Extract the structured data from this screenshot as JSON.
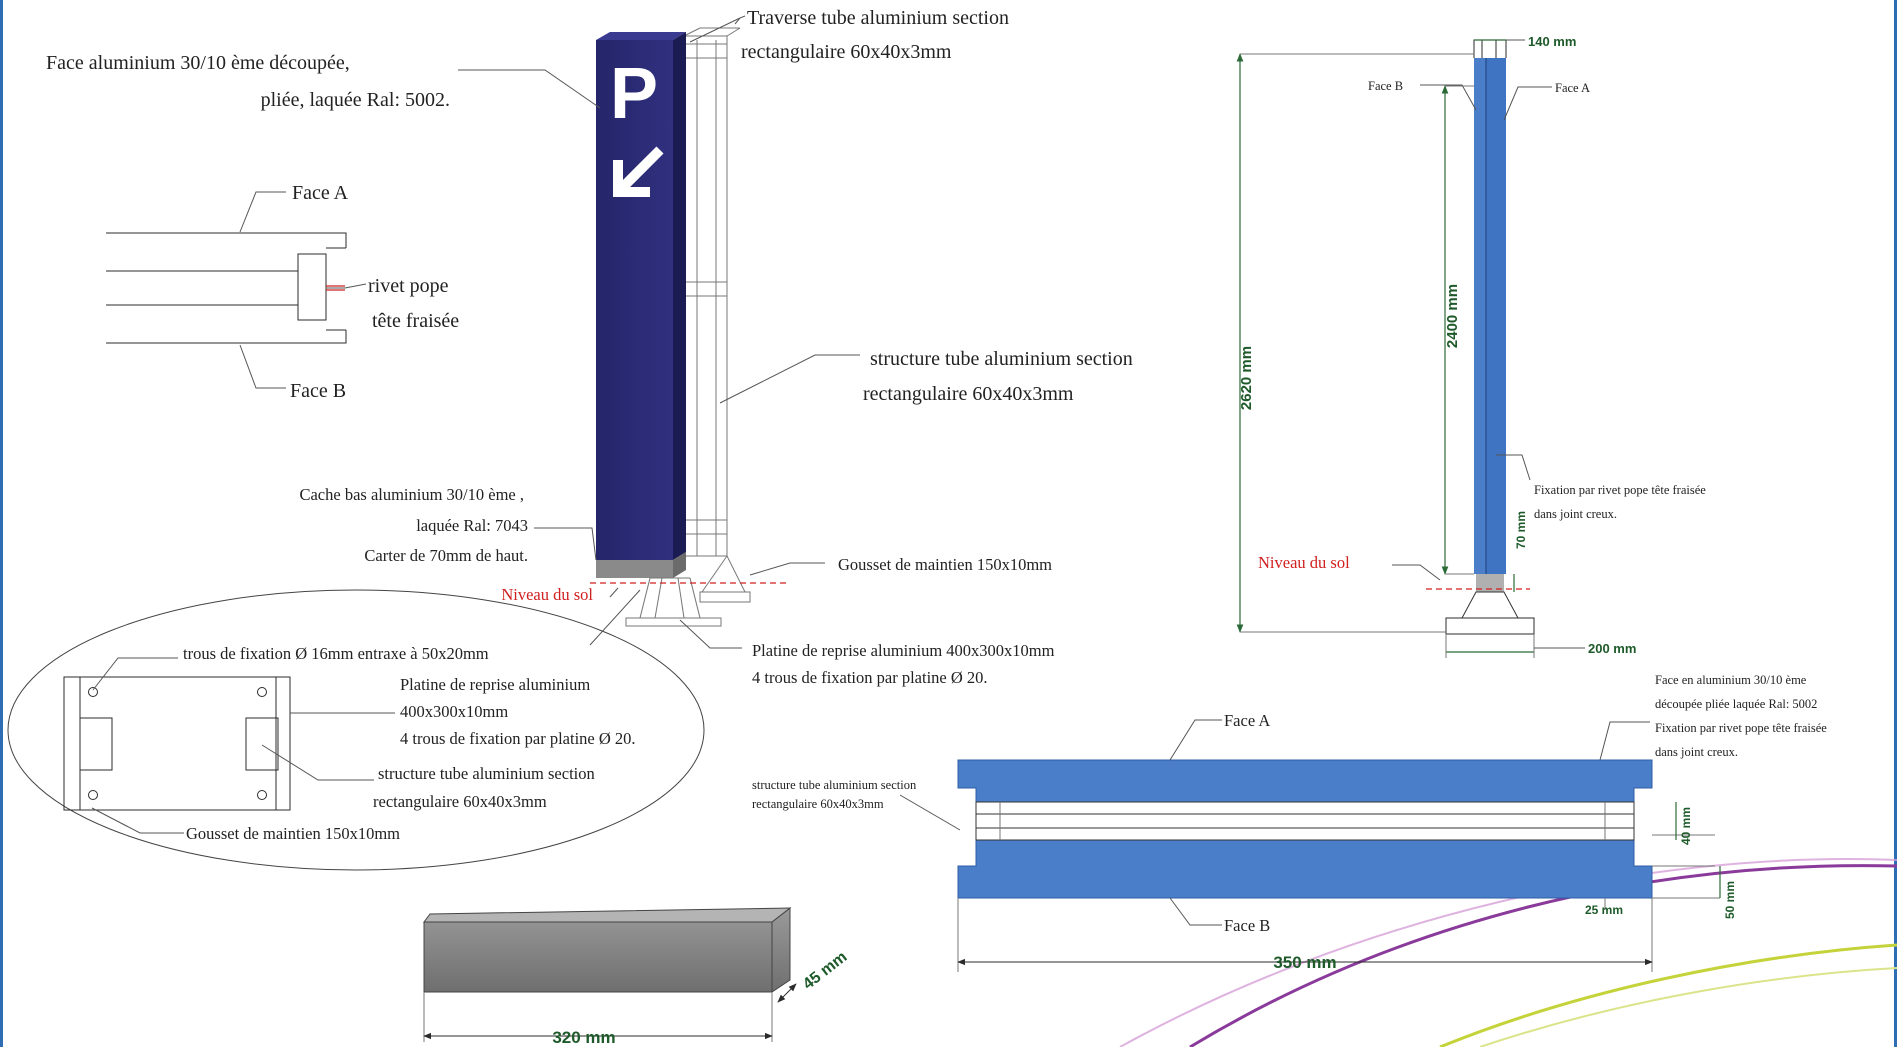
{
  "colors": {
    "panel_blue": "#2a2a6e",
    "face_blue": "#4a7ec8",
    "dimension_green": "#1e5a2a",
    "ground_red": "#d02020",
    "base_grey": "#8a8a8a"
  },
  "icons": {
    "parking_symbol": "P",
    "direction_arrow": "arrow-down-left"
  },
  "elevation": {
    "face_label_1": "Face aluminium 30/10 ème découpée,",
    "face_label_2": "pliée, laquée Ral: 5002.",
    "traverse_label_1": "Traverse tube aluminium section",
    "traverse_label_2": "rectangulaire 60x40x3mm",
    "structure_label_1": "structure tube aluminium section",
    "structure_label_2": "rectangulaire 60x40x3mm",
    "cache_label_1": "Cache bas aluminium 30/10 ème ,",
    "cache_label_2": "laquée Ral: 7043",
    "cache_label_3": "Carter de 70mm de haut.",
    "ground": "Niveau du sol",
    "gusset": "Gousset de maintien 150x10mm",
    "plate_label_1": "Platine de reprise aluminium 400x300x10mm",
    "plate_label_2": "4 trous de fixation par platine Ø 20."
  },
  "joint_detail": {
    "face_a": "Face A",
    "face_b": "Face B",
    "rivet_1": "rivet pope",
    "rivet_2": "tête fraisée"
  },
  "plate_detail": {
    "holes": "trous de fixation Ø 16mm entraxe à 50x20mm",
    "plate_1": "Platine de reprise aluminium",
    "plate_2": "400x300x10mm",
    "plate_3": "4 trous de fixation par platine Ø 20.",
    "struct_1": "structure tube aluminium section",
    "struct_2": "rectangulaire 60x40x3mm",
    "gusset": "Gousset de maintien 150x10mm"
  },
  "side_view": {
    "dim_width_top": "140 mm",
    "face_b": "Face B",
    "face_a": "Face A",
    "dim_total_height": "2620 mm",
    "dim_panel_height": "2400 mm",
    "dim_cover": "70 mm",
    "fixation_1": "Fixation par rivet pope tête fraisée",
    "fixation_2": "dans joint creux.",
    "ground": "Niveau du sol",
    "dim_base": "200 mm"
  },
  "section_view": {
    "face_a": "Face A",
    "face_b": "Face B",
    "note_1": "Face en aluminium 30/10 ème",
    "note_2": "découpée pliée laquée Ral: 5002",
    "note_3": "Fixation par rivet pope tête fraisée",
    "note_4": "dans joint creux.",
    "struct_1": "structure tube aluminium section",
    "struct_2": "rectangulaire 60x40x3mm",
    "dim_40": "40 mm",
    "dim_25": "25 mm",
    "dim_50": "50 mm",
    "dim_width": "350 mm"
  },
  "cover_view": {
    "dim_depth": "45 mm",
    "dim_length": "320 mm"
  }
}
